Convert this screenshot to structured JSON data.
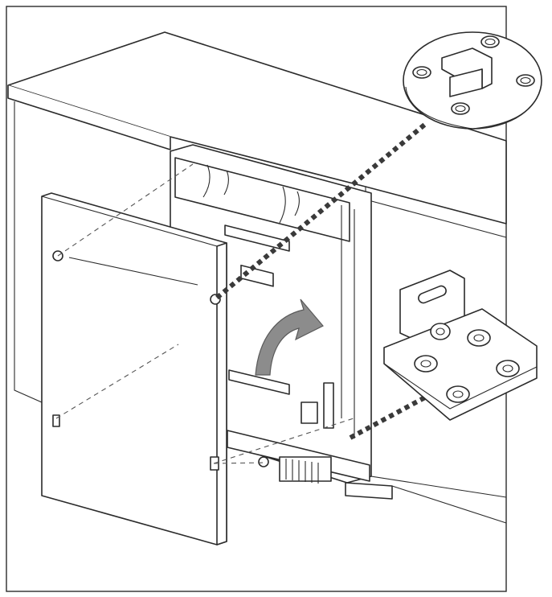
{
  "figure": {
    "kind": "installation-illustration",
    "text_labels": [],
    "colors": {
      "line": "#2b2b2b",
      "fill": "#ffffff",
      "shade": "#d9d9d9",
      "arrow": "#8c8c8c"
    },
    "parts": [
      "kitchen-cabinet",
      "built-in-dishwasher",
      "decor-door-panel",
      "rotation-arrow",
      "top-clip-detail",
      "corner-bracket-detail"
    ]
  }
}
